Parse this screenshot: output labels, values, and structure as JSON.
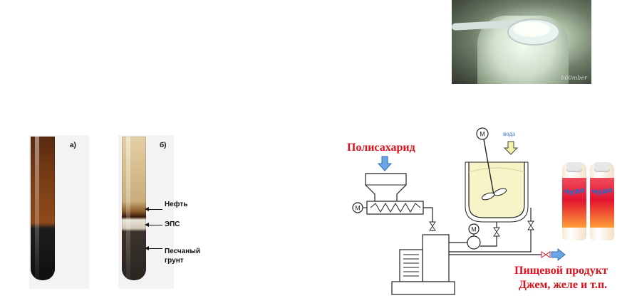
{
  "photo": {
    "credit": "b00mber"
  },
  "tubes": {
    "panel_a_label": "а)",
    "panel_b_label": "б)",
    "annotations": [
      {
        "text": "Нефть"
      },
      {
        "text": "ЭПС"
      },
      {
        "text": "Песчаный грунт",
        "line1": "Песчаный",
        "line2": "грунт"
      }
    ]
  },
  "process": {
    "input_label": "Полисахарид",
    "water_label": "вода",
    "motor_label": "M",
    "output_line1": "Пищевой продукт",
    "output_line2": "Джем, желе и т.п."
  },
  "products": {
    "brand": "Чудо"
  },
  "colors": {
    "accent_red": "#e0101a",
    "accent_blue": "#2a6fd6",
    "arrow_blue": "#6aa6e6",
    "water_arrow": "#f5f0a8",
    "tank_fill": "#f7f5c8"
  }
}
